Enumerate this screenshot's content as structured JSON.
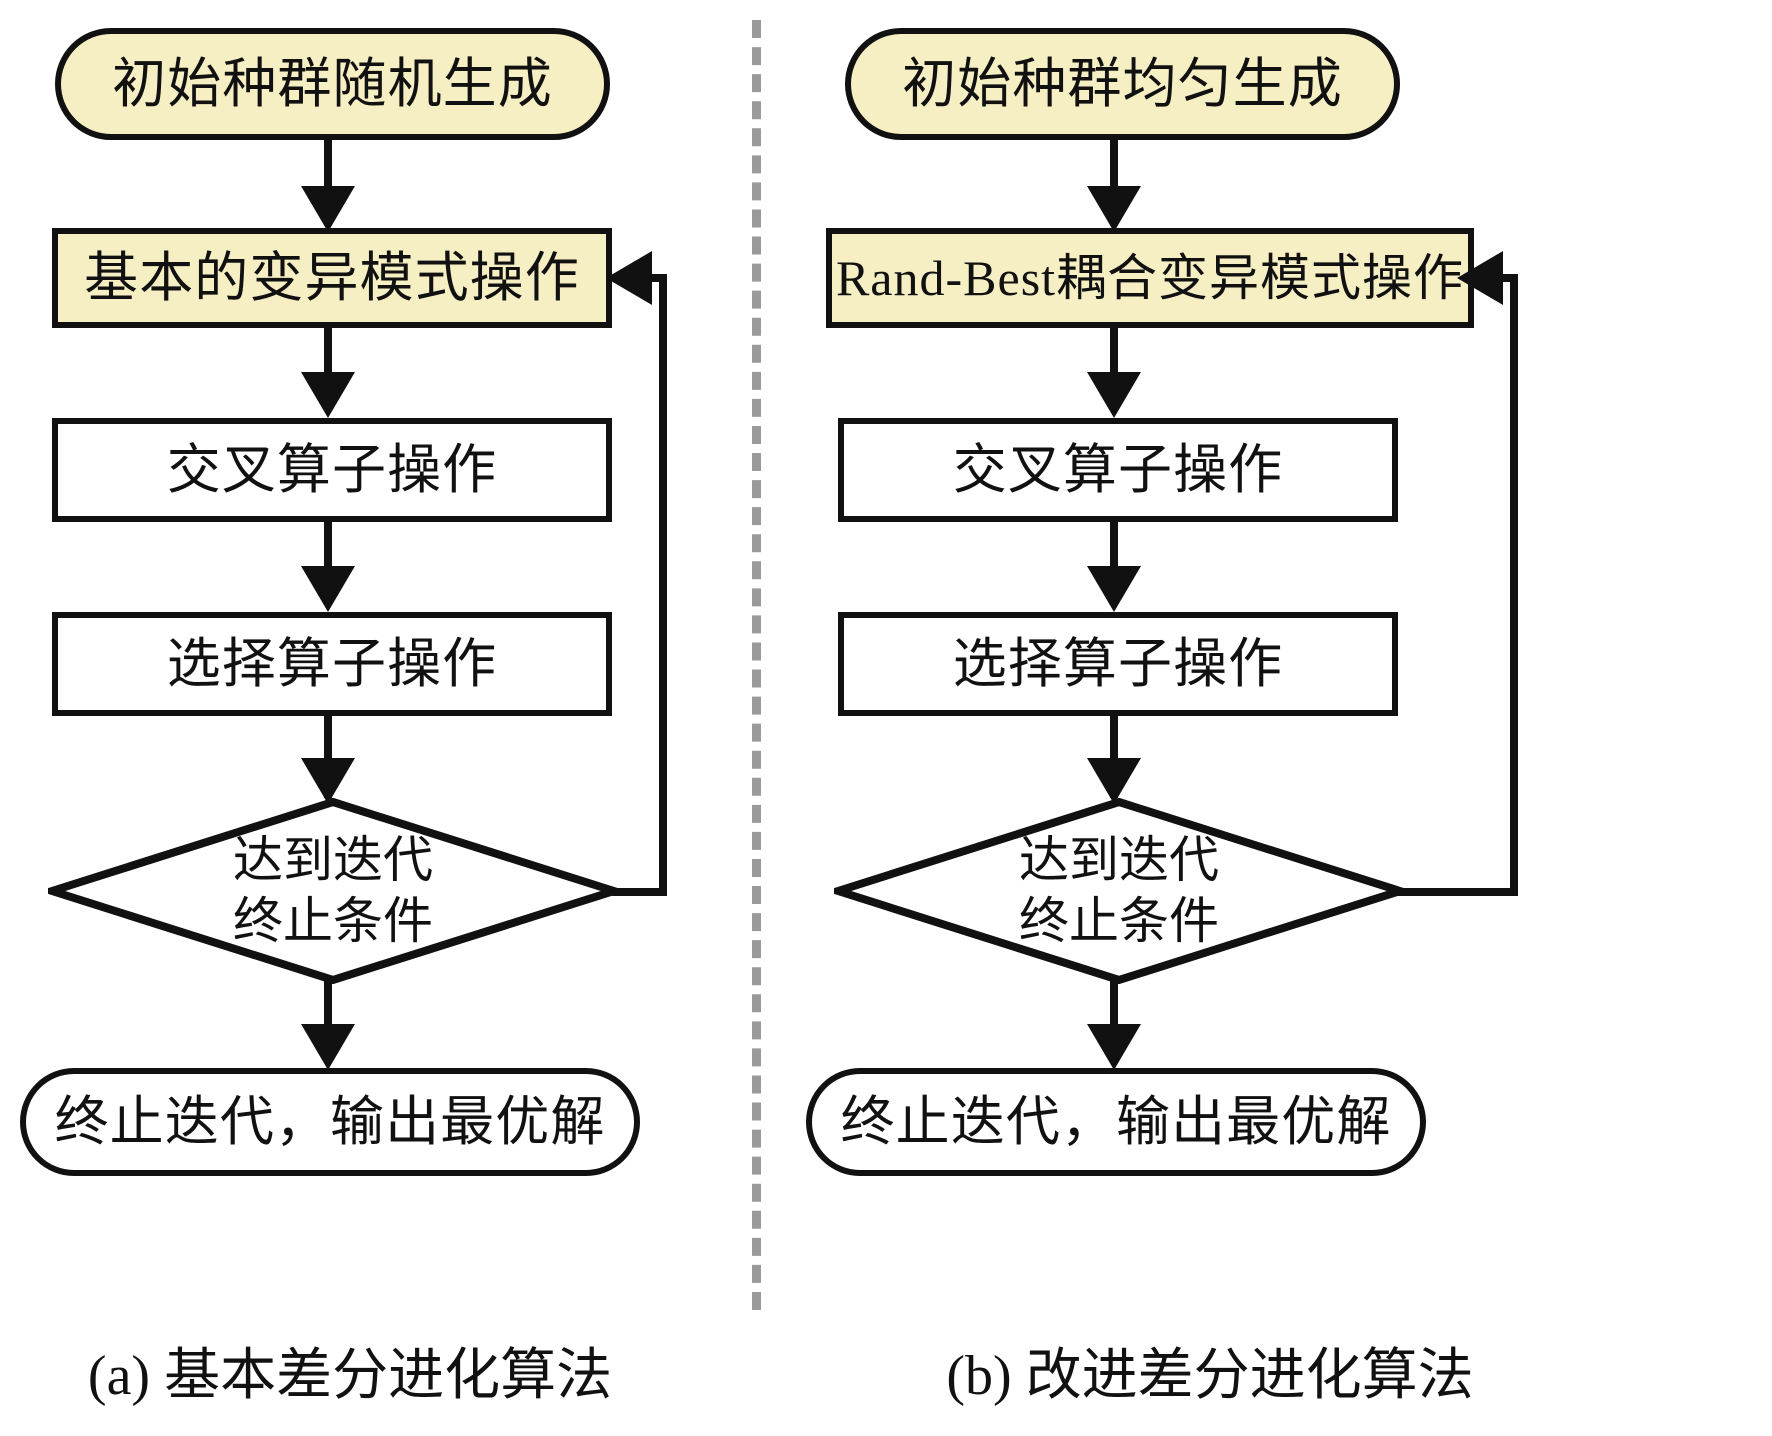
{
  "figure": {
    "type": "flowchart",
    "background": "#ffffff",
    "stroke_color": "#111111",
    "highlight_fill": "#F6EFC3",
    "plain_fill": "#ffffff",
    "divider_color": "#9a9a9a",
    "divider_style": "dashed-vertical"
  },
  "panels": [
    {
      "id": "a",
      "caption": "(a) 基本差分进化算法",
      "nodes": [
        {
          "id": "a-start",
          "shape": "stadium",
          "fill": "highlight",
          "label": "初始种群随机生成"
        },
        {
          "id": "a-mutation",
          "shape": "rect",
          "fill": "highlight",
          "label": "基本的变异模式操作"
        },
        {
          "id": "a-cross",
          "shape": "rect",
          "fill": "plain",
          "label": "交叉算子操作"
        },
        {
          "id": "a-select",
          "shape": "rect",
          "fill": "plain",
          "label": "选择算子操作"
        },
        {
          "id": "a-decision",
          "shape": "diamond",
          "fill": "plain",
          "label_line1": "达到迭代",
          "label_line2": "终止条件"
        },
        {
          "id": "a-end",
          "shape": "stadium",
          "fill": "plain",
          "label": "终止迭代，输出最优解"
        }
      ],
      "edges": [
        {
          "from": "a-start",
          "to": "a-mutation",
          "kind": "down-arrow"
        },
        {
          "from": "a-mutation",
          "to": "a-cross",
          "kind": "down-arrow"
        },
        {
          "from": "a-cross",
          "to": "a-select",
          "kind": "down-arrow"
        },
        {
          "from": "a-select",
          "to": "a-decision",
          "kind": "down-arrow"
        },
        {
          "from": "a-decision",
          "to": "a-end",
          "kind": "down-arrow"
        },
        {
          "from": "a-decision",
          "to": "a-mutation",
          "kind": "feedback-loop-right"
        }
      ]
    },
    {
      "id": "b",
      "caption": "(b) 改进差分进化算法",
      "nodes": [
        {
          "id": "b-start",
          "shape": "stadium",
          "fill": "highlight",
          "label": "初始种群均匀生成"
        },
        {
          "id": "b-mutation",
          "shape": "rect",
          "fill": "highlight",
          "label": "Rand-Best耦合变异模式操作"
        },
        {
          "id": "b-cross",
          "shape": "rect",
          "fill": "plain",
          "label": "交叉算子操作"
        },
        {
          "id": "b-select",
          "shape": "rect",
          "fill": "plain",
          "label": "选择算子操作"
        },
        {
          "id": "b-decision",
          "shape": "diamond",
          "fill": "plain",
          "label_line1": "达到迭代",
          "label_line2": "终止条件"
        },
        {
          "id": "b-end",
          "shape": "stadium",
          "fill": "plain",
          "label": "终止迭代，输出最优解"
        }
      ],
      "edges": [
        {
          "from": "b-start",
          "to": "b-mutation",
          "kind": "down-arrow"
        },
        {
          "from": "b-mutation",
          "to": "b-cross",
          "kind": "down-arrow"
        },
        {
          "from": "b-cross",
          "to": "b-select",
          "kind": "down-arrow"
        },
        {
          "from": "b-select",
          "to": "b-decision",
          "kind": "down-arrow"
        },
        {
          "from": "b-decision",
          "to": "b-end",
          "kind": "down-arrow"
        },
        {
          "from": "b-decision",
          "to": "b-mutation",
          "kind": "feedback-loop-right"
        }
      ]
    }
  ]
}
